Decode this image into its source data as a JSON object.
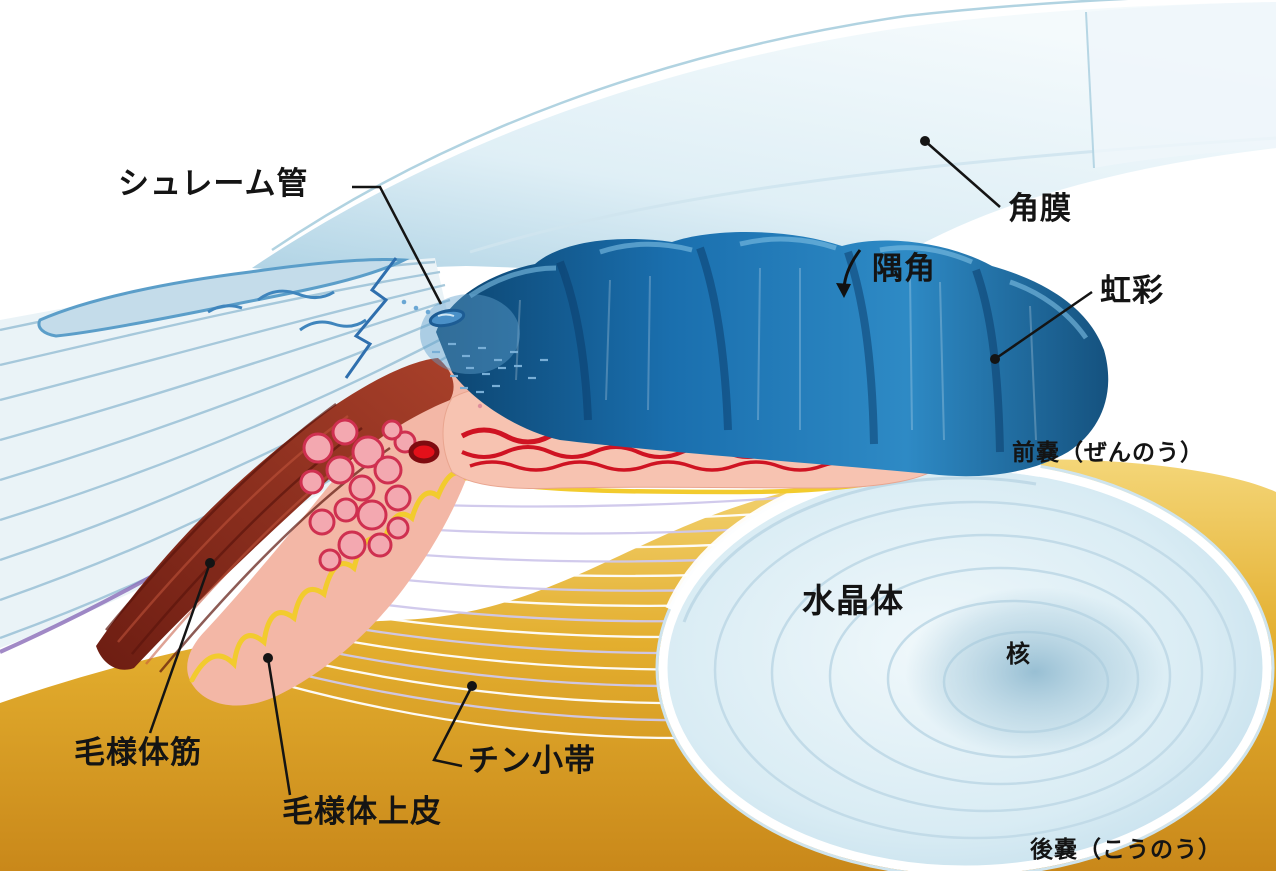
{
  "labels": {
    "schlemm": "シュレーム管",
    "cornea": "角膜",
    "angle": "隅角",
    "iris": "虹彩",
    "anterior_capsule": "前嚢（ぜんのう）",
    "lens": "水晶体",
    "nucleus": "核",
    "ciliary_muscle": "毛様体筋",
    "ciliary_epithelium": "毛様体上皮",
    "zinn_zonule": "チン小帯",
    "posterior_capsule": "後嚢（こうのう）"
  },
  "colors": {
    "background": "#ffffff",
    "cornea_blue": "#cfe6f0",
    "iris_blue": "#1a6fae",
    "iris_dark": "#0c446f",
    "lens_blue": "#d9ecf4",
    "vitreous_gold": "#e3ae2e",
    "ciliary_muscle_red": "#8d2b1c",
    "ciliary_body_pink": "#f3b7a6",
    "epithelium_yellow": "#f2cb2e",
    "vessel_red": "#d6161d",
    "zonule_lavender": "#cfc8ec",
    "label_text": "#141414"
  }
}
